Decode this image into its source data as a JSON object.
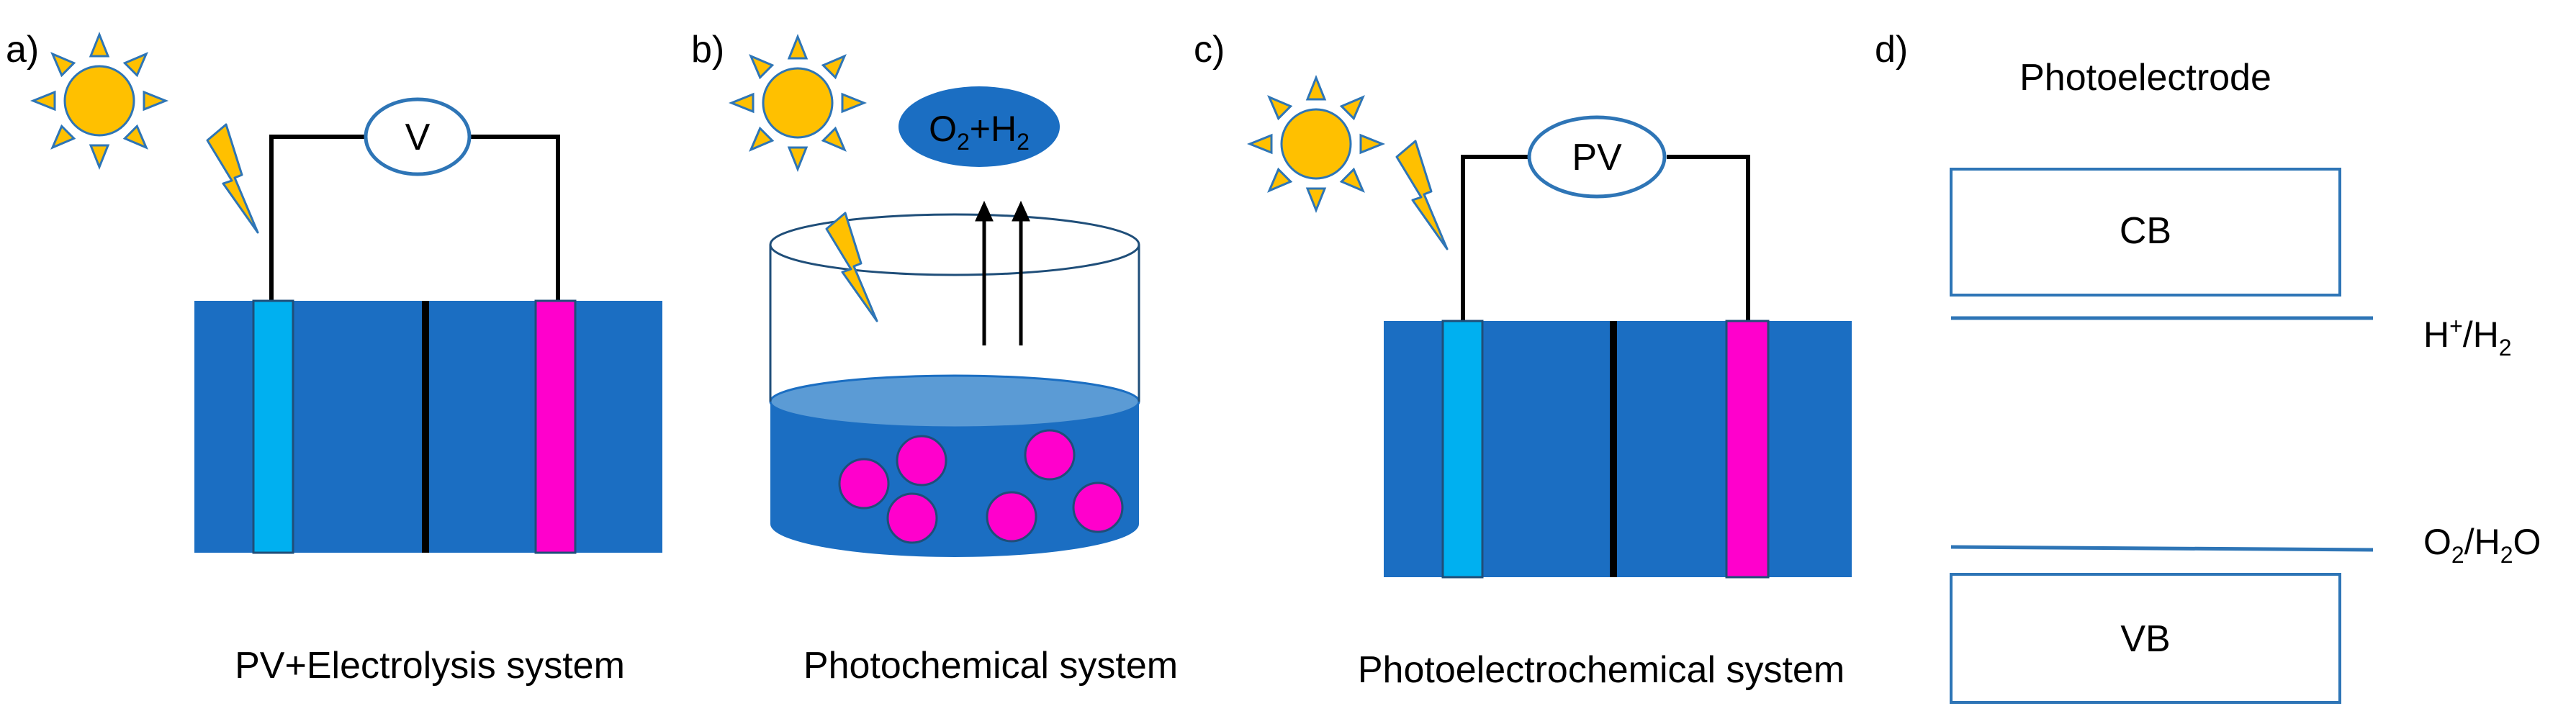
{
  "panels": {
    "a": {
      "letter": "a)",
      "meter": "V",
      "caption": "PV+Electrolysis system"
    },
    "b": {
      "letter": "b)",
      "gas_base1": "O",
      "gas_sub1": "2",
      "gas_mid": "+H",
      "gas_sub2": "2",
      "caption": "Photochemical system"
    },
    "c": {
      "letter": "c)",
      "meter": "PV",
      "caption": "Photoelectrochemical system"
    },
    "d": {
      "letter": "d)",
      "title": "Photoelectrode",
      "cb": "CB",
      "vb": "VB",
      "h_base": "H",
      "h_sup": "+",
      "h_mid": "/H",
      "h_sub": "2",
      "o_base": "O",
      "o_sub1": "2",
      "o_mid": "/H",
      "o_sub2": "2",
      "o_end": "O"
    }
  },
  "colors": {
    "sun": "#FFC000",
    "sun_outline": "#2E75B6",
    "electrolyte": "#1B6EC2",
    "photoanode": "#00B0F0",
    "cathode": "#FF00CC",
    "particles": "#FF00CC",
    "level_line": "#2E75B6"
  }
}
